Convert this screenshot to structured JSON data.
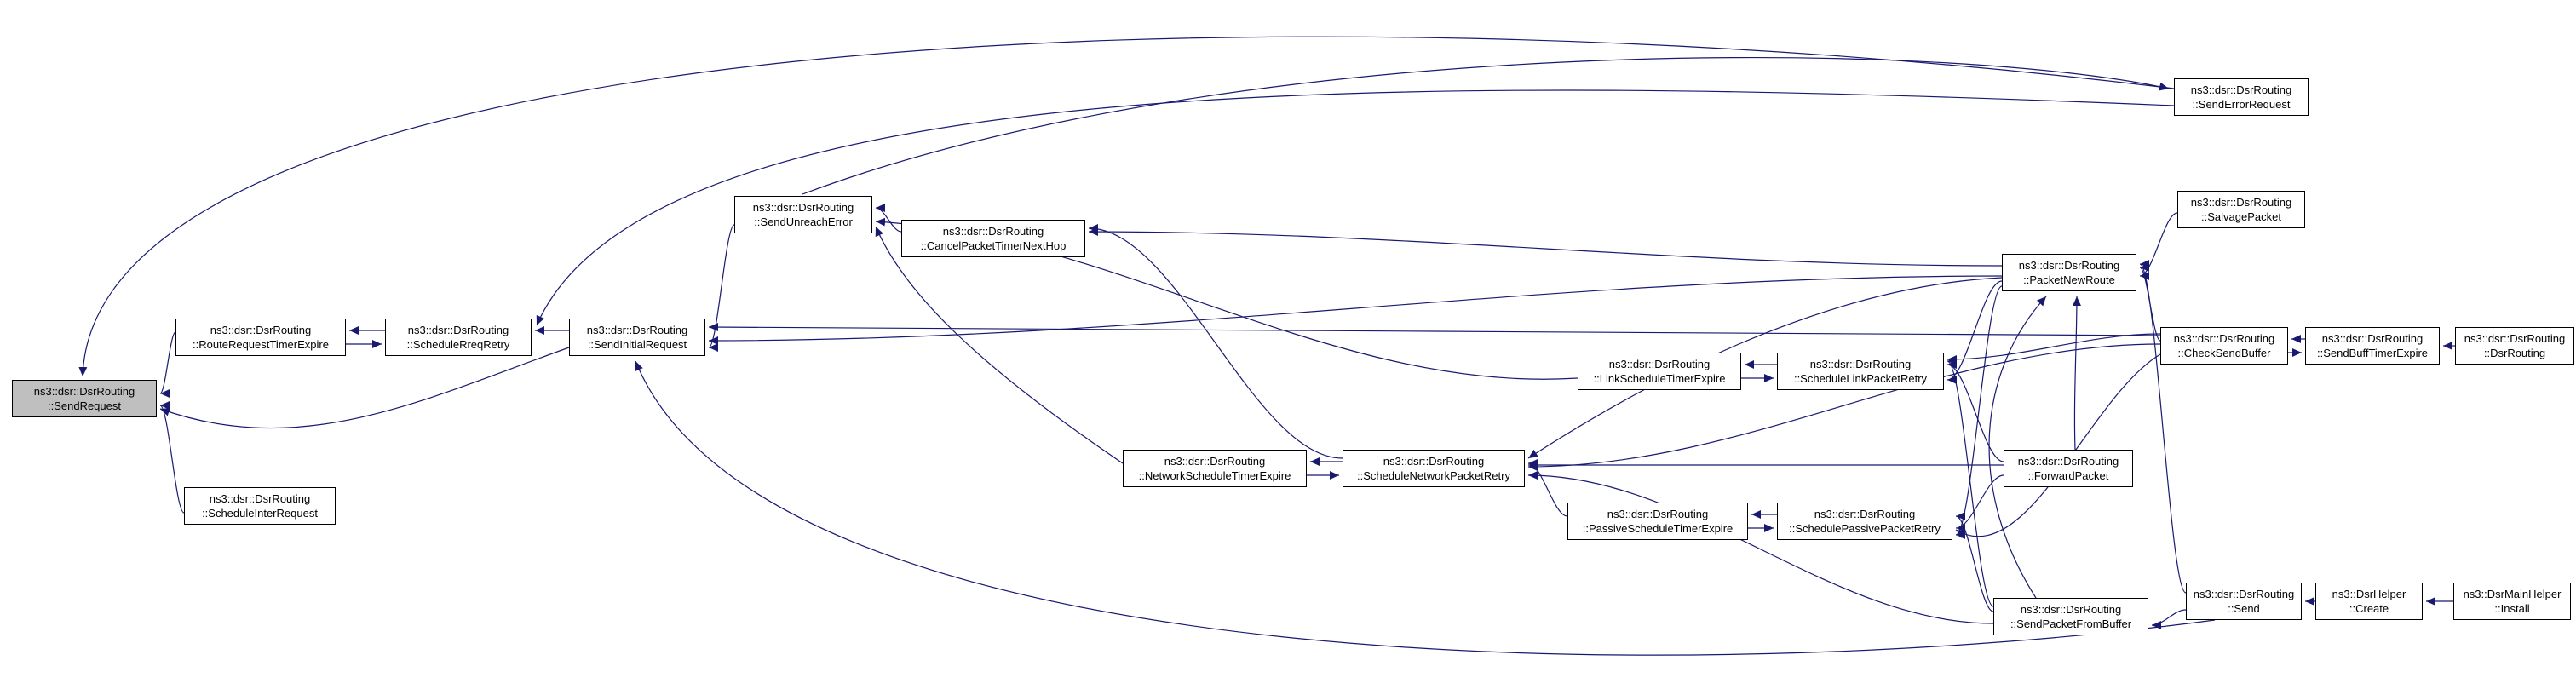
{
  "diagram": {
    "type": "doxygen-caller-graph",
    "focus_function": "ns3::dsr::DsrRouting::SendRequest",
    "colors": {
      "edge": "#191970",
      "node_border": "#000000",
      "node_fill": "#ffffff",
      "focus_fill": "#bfbfbf",
      "background": "#ffffff"
    },
    "nodes": [
      {
        "id": "send-request",
        "class": "ns3::dsr::DsrRouting",
        "member": "::SendRequest",
        "focus": true
      },
      {
        "id": "route-request-timer-expire",
        "class": "ns3::dsr::DsrRouting",
        "member": "::RouteRequestTimerExpire"
      },
      {
        "id": "schedule-rreq-retry",
        "class": "ns3::dsr::DsrRouting",
        "member": "::ScheduleRreqRetry"
      },
      {
        "id": "send-initial-request",
        "class": "ns3::dsr::DsrRouting",
        "member": "::SendInitialRequest"
      },
      {
        "id": "schedule-inter-request",
        "class": "ns3::dsr::DsrRouting",
        "member": "::ScheduleInterRequest"
      },
      {
        "id": "send-unreach-error",
        "class": "ns3::dsr::DsrRouting",
        "member": "::SendUnreachError"
      },
      {
        "id": "cancel-packet-timer-next-hop",
        "class": "ns3::dsr::DsrRouting",
        "member": "::CancelPacketTimerNextHop"
      },
      {
        "id": "network-schedule-timer-expire",
        "class": "ns3::dsr::DsrRouting",
        "member": "::NetworkScheduleTimerExpire"
      },
      {
        "id": "schedule-network-packet-retry",
        "class": "ns3::dsr::DsrRouting",
        "member": "::ScheduleNetworkPacketRetry"
      },
      {
        "id": "link-schedule-timer-expire",
        "class": "ns3::dsr::DsrRouting",
        "member": "::LinkScheduleTimerExpire"
      },
      {
        "id": "schedule-link-packet-retry",
        "class": "ns3::dsr::DsrRouting",
        "member": "::ScheduleLinkPacketRetry"
      },
      {
        "id": "passive-schedule-timer-expire",
        "class": "ns3::dsr::DsrRouting",
        "member": "::PassiveScheduleTimerExpire"
      },
      {
        "id": "schedule-passive-packet-retry",
        "class": "ns3::dsr::DsrRouting",
        "member": "::SchedulePassivePacketRetry"
      },
      {
        "id": "packet-new-route",
        "class": "ns3::dsr::DsrRouting",
        "member": "::PacketNewRoute"
      },
      {
        "id": "forward-packet",
        "class": "ns3::dsr::DsrRouting",
        "member": "::ForwardPacket"
      },
      {
        "id": "send-packet-from-buffer",
        "class": "ns3::dsr::DsrRouting",
        "member": "::SendPacketFromBuffer"
      },
      {
        "id": "salvage-packet",
        "class": "ns3::dsr::DsrRouting",
        "member": "::SalvagePacket"
      },
      {
        "id": "send-error-request",
        "class": "ns3::dsr::DsrRouting",
        "member": "::SendErrorRequest"
      },
      {
        "id": "check-send-buffer",
        "class": "ns3::dsr::DsrRouting",
        "member": "::CheckSendBuffer"
      },
      {
        "id": "send",
        "class": "ns3::dsr::DsrRouting",
        "member": "::Send"
      },
      {
        "id": "send-buff-timer-expire",
        "class": "ns3::dsr::DsrRouting",
        "member": "::SendBuffTimerExpire"
      },
      {
        "id": "dsr-routing-constructor",
        "class": "ns3::dsr::DsrRouting",
        "member": "::DsrRouting"
      },
      {
        "id": "dsr-helper-create",
        "class": "ns3::DsrHelper",
        "member": "::Create"
      },
      {
        "id": "dsr-main-helper-install",
        "class": "ns3::DsrMainHelper",
        "member": "::Install"
      }
    ],
    "edges": [
      {
        "f": "route-request-timer-expire",
        "t": "send-request"
      },
      {
        "f": "schedule-inter-request",
        "t": "send-request"
      },
      {
        "f": "send-error-request",
        "t": "send-request"
      },
      {
        "f": "send-initial-request",
        "t": "send-request"
      },
      {
        "f": "send",
        "t": "send-initial-request"
      },
      {
        "f": "schedule-rreq-retry",
        "t": "route-request-timer-expire"
      },
      {
        "f": "route-request-timer-expire",
        "t": "schedule-rreq-retry"
      },
      {
        "f": "send-initial-request",
        "t": "schedule-rreq-retry"
      },
      {
        "f": "send-error-request",
        "t": "schedule-rreq-retry"
      },
      {
        "f": "packet-new-route",
        "t": "send-initial-request"
      },
      {
        "f": "check-send-buffer",
        "t": "send-initial-request"
      },
      {
        "f": "send-unreach-error",
        "t": "send-initial-request"
      },
      {
        "f": "cancel-packet-timer-next-hop",
        "t": "send-unreach-error"
      },
      {
        "f": "network-schedule-timer-expire",
        "t": "send-unreach-error"
      },
      {
        "f": "link-schedule-timer-expire",
        "t": "send-unreach-error"
      },
      {
        "f": "packet-new-route",
        "t": "cancel-packet-timer-next-hop"
      },
      {
        "f": "schedule-network-packet-retry",
        "t": "cancel-packet-timer-next-hop"
      },
      {
        "f": "network-schedule-timer-expire",
        "t": "schedule-network-packet-retry"
      },
      {
        "f": "schedule-network-packet-retry",
        "t": "network-schedule-timer-expire"
      },
      {
        "f": "link-schedule-timer-expire",
        "t": "schedule-link-packet-retry"
      },
      {
        "f": "schedule-link-packet-retry",
        "t": "link-schedule-timer-expire"
      },
      {
        "f": "passive-schedule-timer-expire",
        "t": "schedule-passive-packet-retry"
      },
      {
        "f": "schedule-passive-packet-retry",
        "t": "passive-schedule-timer-expire"
      },
      {
        "f": "passive-schedule-timer-expire",
        "t": "schedule-network-packet-retry"
      },
      {
        "f": "forward-packet",
        "t": "schedule-link-packet-retry"
      },
      {
        "f": "forward-packet",
        "t": "schedule-passive-packet-retry"
      },
      {
        "f": "forward-packet",
        "t": "schedule-network-packet-retry"
      },
      {
        "f": "send-packet-from-buffer",
        "t": "schedule-link-packet-retry"
      },
      {
        "f": "send-packet-from-buffer",
        "t": "schedule-passive-packet-retry"
      },
      {
        "f": "send-packet-from-buffer",
        "t": "schedule-network-packet-retry"
      },
      {
        "f": "check-send-buffer",
        "t": "schedule-link-packet-retry"
      },
      {
        "f": "check-send-buffer",
        "t": "schedule-passive-packet-retry"
      },
      {
        "f": "check-send-buffer",
        "t": "schedule-network-packet-retry"
      },
      {
        "f": "packet-new-route",
        "t": "schedule-link-packet-retry"
      },
      {
        "f": "packet-new-route",
        "t": "schedule-passive-packet-retry"
      },
      {
        "f": "packet-new-route",
        "t": "schedule-network-packet-retry"
      },
      {
        "f": "check-send-buffer",
        "t": "packet-new-route"
      },
      {
        "f": "send",
        "t": "packet-new-route"
      },
      {
        "f": "forward-packet",
        "t": "packet-new-route"
      },
      {
        "f": "send-packet-from-buffer",
        "t": "packet-new-route"
      },
      {
        "f": "salvage-packet",
        "t": "packet-new-route"
      },
      {
        "f": "send-unreach-error",
        "t": "send-error-request"
      },
      {
        "f": "send-buff-timer-expire",
        "t": "check-send-buffer"
      },
      {
        "f": "check-send-buffer",
        "t": "send-buff-timer-expire"
      },
      {
        "f": "dsr-routing-constructor",
        "t": "send-buff-timer-expire"
      },
      {
        "f": "dsr-helper-create",
        "t": "send"
      },
      {
        "f": "dsr-main-helper-install",
        "t": "dsr-helper-create"
      },
      {
        "f": "send",
        "t": "send-packet-from-buffer"
      }
    ]
  }
}
